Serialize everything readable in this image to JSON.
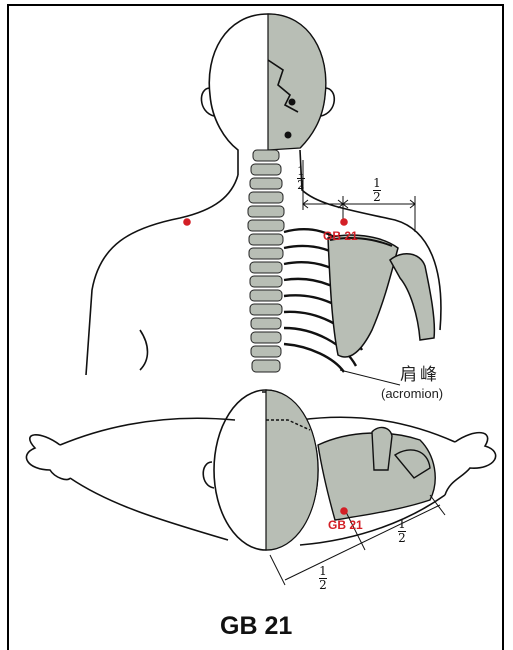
{
  "diagram": {
    "point_label_top": "GB 21",
    "point_label_bottom": "GB 21",
    "fraction_numerator": "1",
    "fraction_denominator": "2",
    "landmark_chinese": "肩峰",
    "landmark_english": "(acromion)",
    "caption": "GB 21"
  },
  "colors": {
    "point": "#d31f26",
    "bone_fill": "#b8beb5",
    "line": "#111111"
  }
}
